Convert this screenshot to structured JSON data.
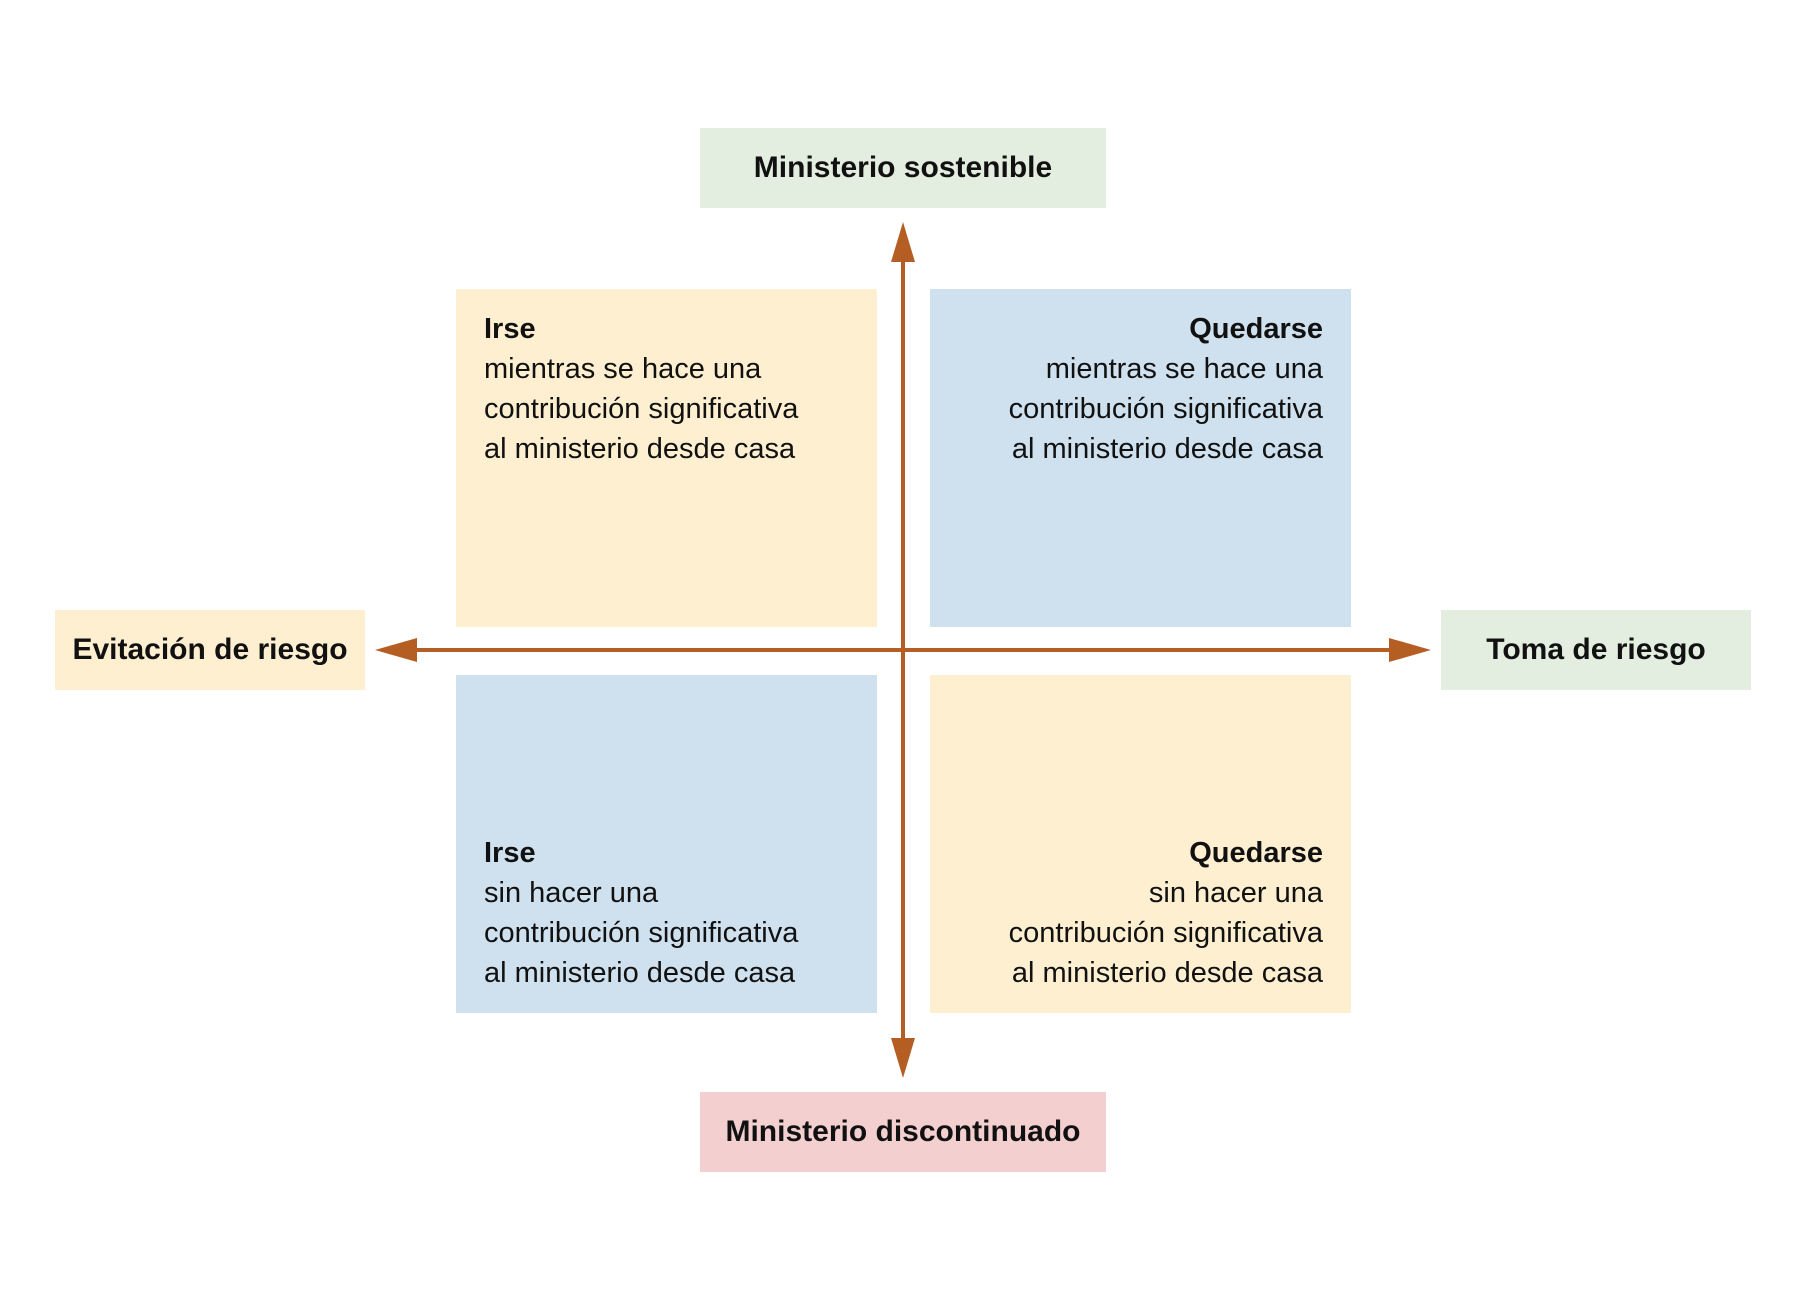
{
  "colors": {
    "yellow": "#fdefd0",
    "blue": "#cfe1ef",
    "green": "#e3eee0",
    "pink": "#f4cfd0",
    "arrow": "#b55e23"
  },
  "labels": {
    "top": "Ministerio sostenible",
    "bottom": "Ministerio discontinuado",
    "left": "Evitación de riesgo",
    "right": "Toma de riesgo"
  },
  "quadrants": {
    "top_left": {
      "title": "Irse",
      "lines": [
        "mientras se hace una",
        "contribución significativa",
        "al ministerio desde casa"
      ]
    },
    "top_right": {
      "title": "Quedarse",
      "lines": [
        "mientras se hace una",
        "contribución significativa",
        "al ministerio desde casa"
      ]
    },
    "bottom_left": {
      "title": "Irse",
      "lines": [
        "sin hacer una",
        "contribución significativa",
        "al ministerio desde casa"
      ]
    },
    "bottom_right": {
      "title": "Quedarse",
      "lines": [
        "sin hacer una",
        "contribución significativa",
        "al ministerio desde casa"
      ]
    }
  }
}
